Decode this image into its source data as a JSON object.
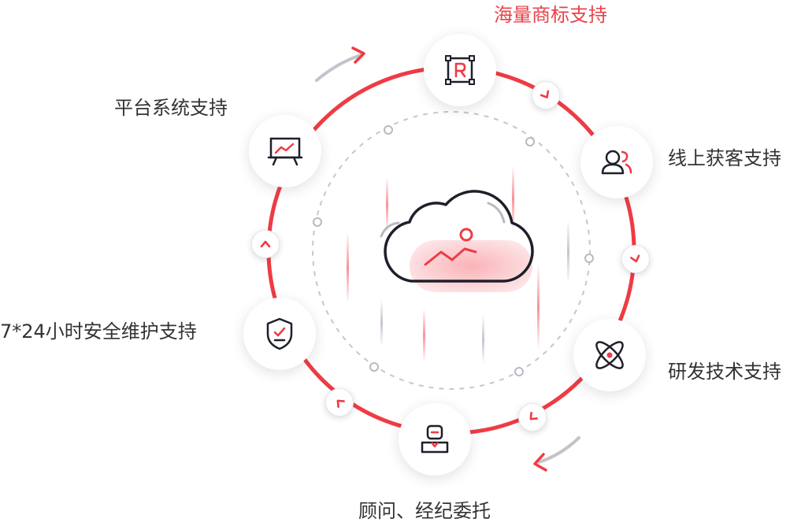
{
  "services": [
    {
      "key": "trademark",
      "label": "海量商标支持",
      "icon": "trademark-r-icon",
      "active": true
    },
    {
      "key": "customer",
      "label": "线上获客支持",
      "icon": "users-icon",
      "active": false
    },
    {
      "key": "rnd",
      "label": "研发技术支持",
      "icon": "atom-icon",
      "active": false
    },
    {
      "key": "consult",
      "label": "顾问、经纪委托",
      "icon": "consultant-icon",
      "active": false
    },
    {
      "key": "security",
      "label": "7*24小时安全维护支持",
      "icon": "shield-check-icon",
      "active": false
    },
    {
      "key": "platform",
      "label": "平台系统支持",
      "icon": "presentation-chart-icon",
      "active": false
    }
  ],
  "center": {
    "icon": "cloud-chart-icon"
  },
  "colors": {
    "accent": "#e8424a",
    "ring": "#ef3b44",
    "text": "#333333",
    "muted": "#b9b9c4"
  }
}
